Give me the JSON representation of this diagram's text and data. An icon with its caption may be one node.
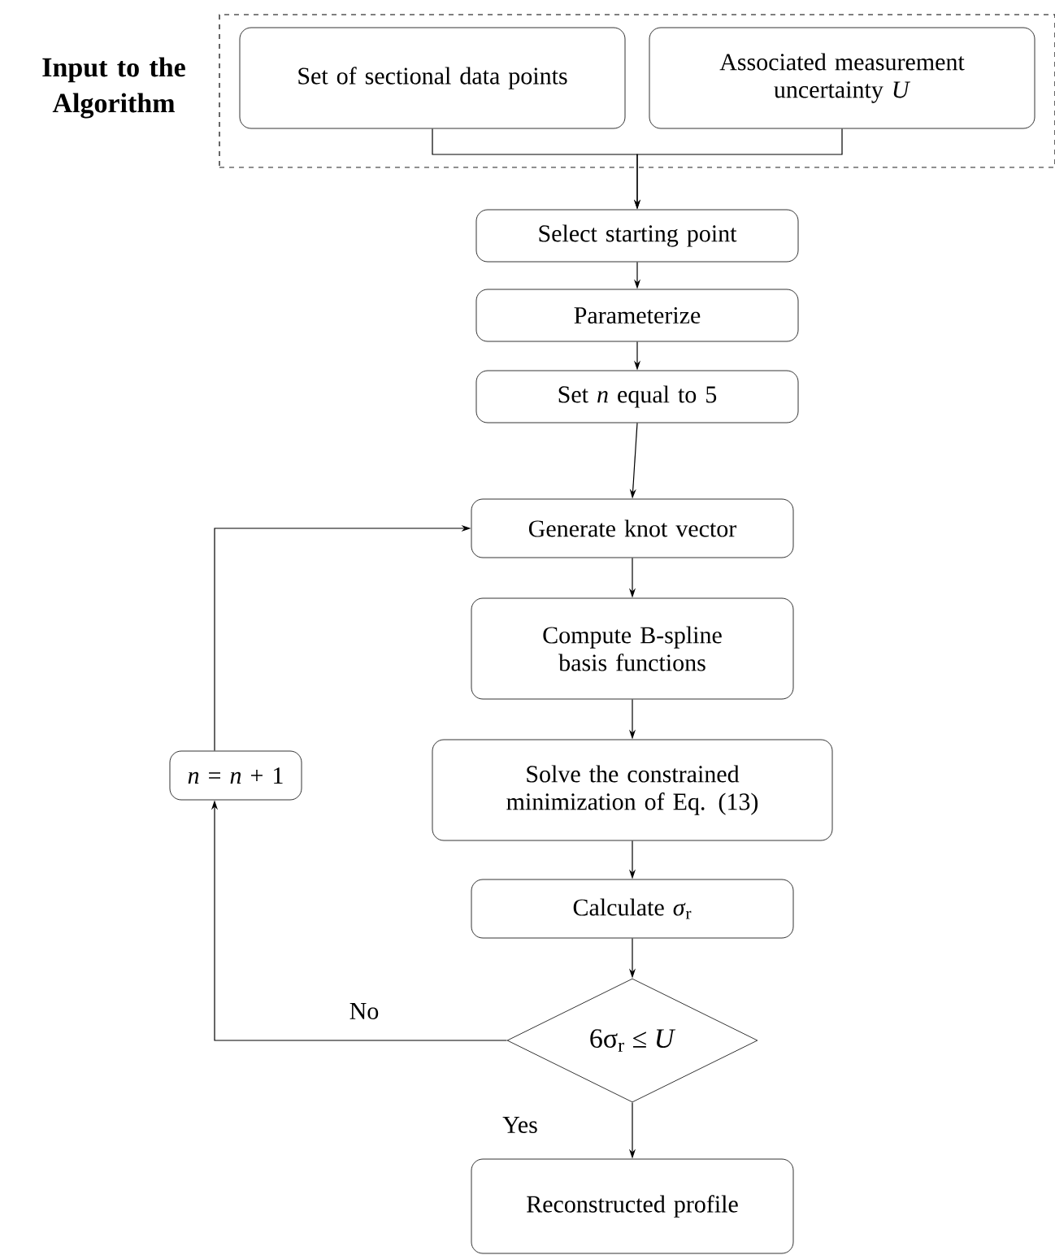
{
  "diagram": {
    "nodes": [
      {
        "text": [
          "Input to the Algorithm"
        ]
      },
      {
        "text": [
          "Set of sectional data points"
        ],
        "in": 0
      },
      {
        "text": [
          "Associated measurement uncertainty *U*"
        ],
        "in": 0
      },
      {
        "text": [
          "Select starting point"
        ]
      },
      {
        "text": [
          "Parameterize"
        ]
      },
      {
        "text": [
          "Set *n* equal to 5"
        ]
      },
      {
        "text": [
          "Generate knot vector"
        ]
      },
      {
        "text": [
          "Compute B-spline basis functions"
        ]
      },
      {
        "text": [
          "Solve the constrained minimization of Eq. (13)"
        ]
      },
      {
        "text": [
          "Calculate *σ*$_{r}$"
        ]
      },
      {
        "text": [
          "6σ$_{r}$ ≤ *U*"
        ]
      },
      {
        "text": [
          "Reconstructed profile"
        ]
      },
      {
        "text": [
          "*n* = *n* + 1"
        ]
      }
    ],
    "edges": [
      {
        "from": 1,
        "to": 3,
        "arrow": "to"
      },
      {
        "from": 2,
        "to": 3,
        "arrow": "to"
      },
      {
        "from": 3,
        "to": 4,
        "arrow": "to"
      },
      {
        "from": 4,
        "to": 5,
        "arrow": "to"
      },
      {
        "from": 5,
        "to": 6,
        "arrow": "to"
      },
      {
        "from": 6,
        "to": 7,
        "arrow": "to"
      },
      {
        "from": 7,
        "to": 8,
        "arrow": "to"
      },
      {
        "from": 8,
        "to": 9,
        "arrow": "to"
      },
      {
        "from": 9,
        "to": 10,
        "arrow": "to"
      },
      {
        "from": 10,
        "to": 11,
        "arrow": "to",
        "label": "Yes"
      },
      {
        "from": 10,
        "to": 12,
        "arrow": "to",
        "label": "No"
      },
      {
        "from": 12,
        "to": 6,
        "arrow": "to"
      }
    ]
  }
}
